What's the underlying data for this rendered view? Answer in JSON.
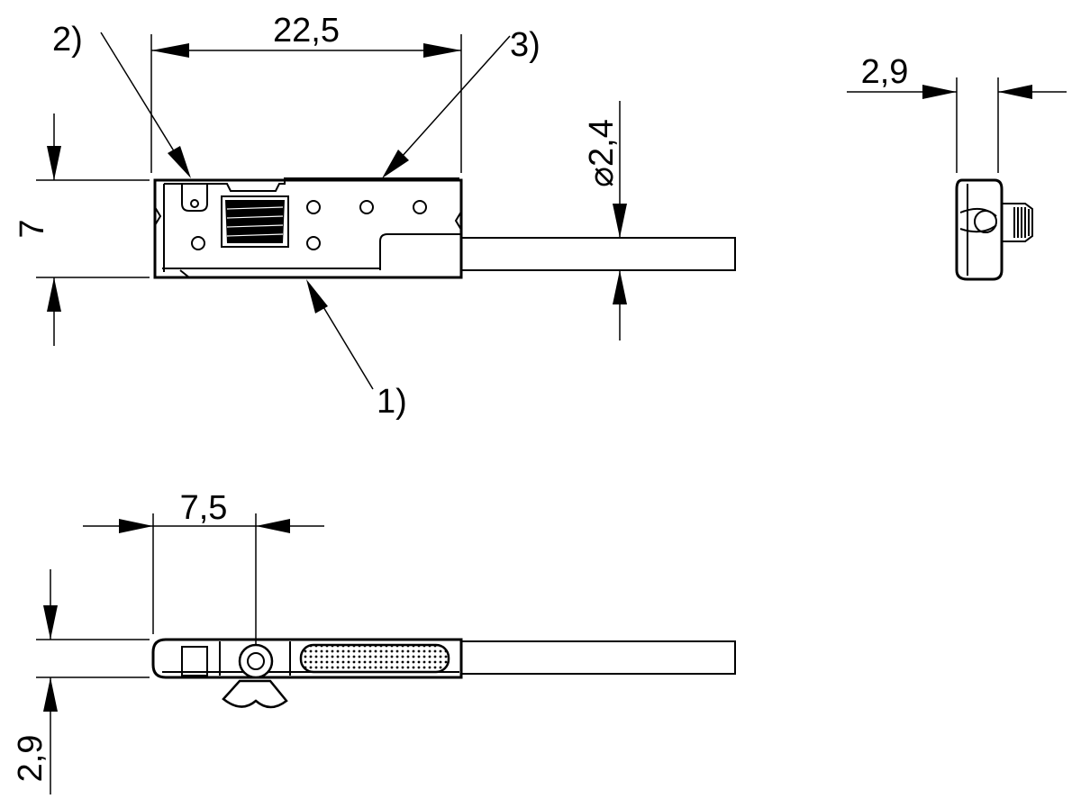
{
  "dimensions": {
    "length_top": "22,5",
    "height_top": "7",
    "cable_diameter": "⌀2,4",
    "width_side": "2,9",
    "offset_bottom": "7,5",
    "height_bottom": "2,9"
  },
  "callouts": {
    "c1": "1)",
    "c2": "2)",
    "c3": "3)"
  }
}
